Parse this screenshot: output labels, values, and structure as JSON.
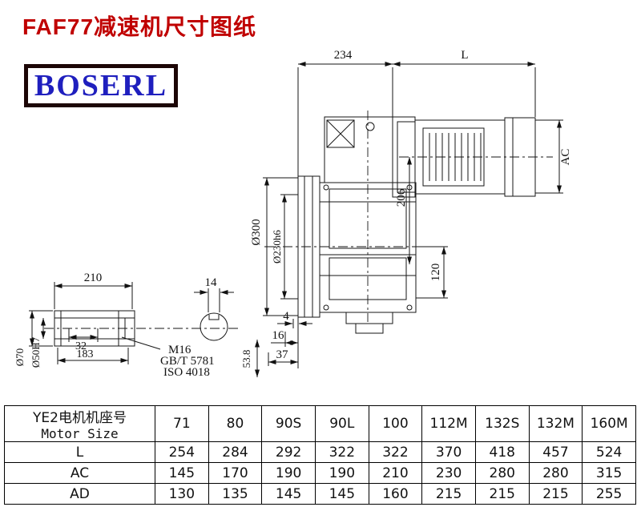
{
  "page": {
    "title": "FAF77减速机尺寸图纸",
    "logo_text": "BOSERL"
  },
  "colors": {
    "title_red": "#c00000",
    "logo_blue": "#1f1fbe",
    "logo_border": "#1c0606",
    "line_black": "#161616"
  },
  "drawing": {
    "dims": {
      "d234": "234",
      "dL": "L",
      "dAC": "AC",
      "d206": "206",
      "d300": "Ø300",
      "d230": "Ø230h6",
      "d120": "120",
      "d210": "210",
      "d14": "14",
      "d32": "32",
      "d183": "183",
      "d70": "Ø70",
      "d50": "Ø50H7",
      "m16": "M16",
      "gb": "GB/T 5781",
      "iso": "ISO 4018",
      "d4": "4",
      "d16": "16",
      "d37": "37",
      "d53": "53.8"
    }
  },
  "table": {
    "header_cn": "YE2电机机座号",
    "header_en": "Motor Size",
    "sizes": [
      "71",
      "80",
      "90S",
      "90L",
      "100",
      "112M",
      "132S",
      "132M",
      "160M"
    ],
    "rows": [
      {
        "label": "L",
        "values": [
          "254",
          "284",
          "292",
          "322",
          "322",
          "370",
          "418",
          "457",
          "524"
        ]
      },
      {
        "label": "AC",
        "values": [
          "145",
          "170",
          "190",
          "190",
          "210",
          "230",
          "280",
          "280",
          "315"
        ]
      },
      {
        "label": "AD",
        "values": [
          "130",
          "135",
          "145",
          "145",
          "160",
          "215",
          "215",
          "215",
          "255"
        ]
      }
    ]
  }
}
